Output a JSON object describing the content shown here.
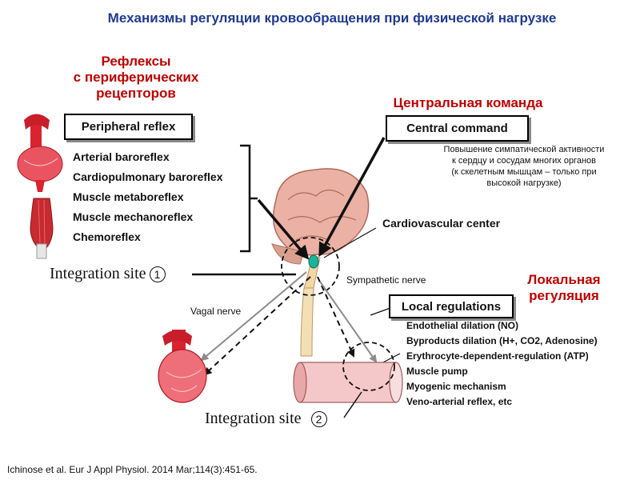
{
  "title": "Механизмы регуляции кровообращения при физической нагрузке",
  "labels_ru": {
    "peripheral_line1": "Рефлексы",
    "peripheral_line2": "с периферических",
    "peripheral_line3": "рецепторов",
    "central": "Центральная команда",
    "local_line1": "Локальная",
    "local_line2": "регуляция"
  },
  "peripheral_reflex": {
    "title": "Peripheral reflex",
    "items": [
      "Arterial baroreflex",
      "Cardiopulmonary baroreflex",
      "Muscle metaboreflex",
      "Muscle mechanoreflex",
      "Chemoreflex"
    ]
  },
  "central_command": {
    "title": "Central command",
    "note_lines": [
      "Повышение симпатической активности",
      "к сердцу и сосудам многих органов",
      "(к скелетным мышцам – только при",
      "высокой нагрузке)"
    ]
  },
  "cardiovascular_center": "Cardiovascular center",
  "sympathetic_nerve": "Sympathetic nerve",
  "vagal_nerve": "Vagal nerve",
  "integration_site_1": {
    "text": "Integration site",
    "num": "1"
  },
  "integration_site_2": {
    "text": "Integration site",
    "num": "2"
  },
  "local_regulations": {
    "title": "Local regulations",
    "items": [
      "Endothelial dilation (NO)",
      "Byproducts dilation (H+,  CO2, Adenosine)",
      "Erythrocyte-dependent-regulation (ATP)",
      "Muscle pump",
      "Myogenic  mechanism",
      "Veno-arterial reflex, etc"
    ]
  },
  "citation": "Ichinose et al. Eur J Appl Physiol. 2014 Mar;114(3):451-65.",
  "colors": {
    "title": "#1f3a93",
    "red_label": "#c00000",
    "brain": "#e8a89a",
    "heart": "#e02b34",
    "arrow_gray": "#8c8c8c",
    "node": "#1db39a"
  }
}
